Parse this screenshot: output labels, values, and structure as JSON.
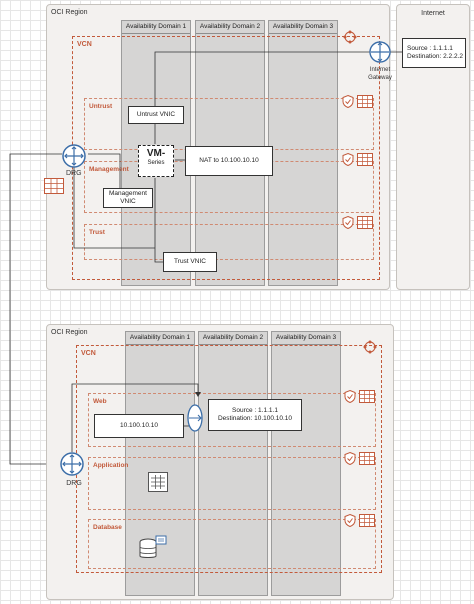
{
  "top_region": {
    "title": "OCI Region",
    "vcn_label": "VCN",
    "availability_domains": [
      "Availability Domain 1",
      "Availability Domain 2",
      "Availability Domain 3"
    ],
    "subnets": [
      "Untrust",
      "Management",
      "Trust"
    ],
    "untrust_vnic": "Untrust VNIC",
    "vm_series_line1": "VM-",
    "vm_series_line2": "Series",
    "nat_label": "NAT to 10.100.10.10",
    "management_vnic": "Management\nVNIC",
    "trust_vnic": "Trust VNIC",
    "drg_label": "DRG",
    "internet_gateway_label": "Internet\nGateway"
  },
  "internet_panel": {
    "title": "Internet",
    "source": "Source : 1.1.1.1",
    "destination": "Destination: 2.2.2.2"
  },
  "bottom_region": {
    "title": "OCI Region",
    "vcn_label": "VCN",
    "availability_domains": [
      "Availability Domain 1",
      "Availability Domain 2",
      "Availability Domain 3"
    ],
    "subnets": [
      "Web",
      "Application",
      "Database"
    ],
    "web_host": "10.100.10.10",
    "source": "Source : 1.1.1.1",
    "destination": "Destination: 10.100.10.10",
    "drg_label": "DRG"
  },
  "colors": {
    "accent": "#c25a3b",
    "router": "#3c6ea8",
    "region_bg": "#f3f1ef"
  }
}
